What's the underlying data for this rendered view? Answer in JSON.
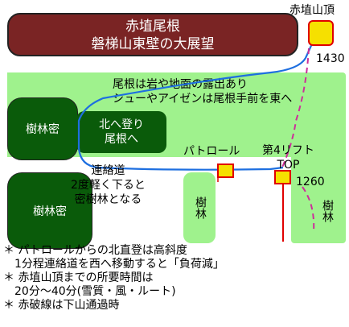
{
  "ridge": {
    "line1": "赤埴尾根",
    "line2": "磐梯山東壁の大展望"
  },
  "rock_area": {
    "line1": "尾根は岩や地面の露出あり",
    "line2": "シューやアイゼンは尾根手前を東へ"
  },
  "forest_dense_1": "樹林密",
  "forest_dense_2": "樹林密",
  "forest_strip_center": "樹林",
  "forest_strip_right": "樹林",
  "route_north": {
    "line1": "北へ登り",
    "line2": "尾根へ"
  },
  "connector": {
    "line1": "連絡道",
    "line2": "2度軽く下ると",
    "line3": "密樹林となる"
  },
  "patrol_label": "パトロール",
  "lift_label": {
    "line1": "第4リフト",
    "line2": "TOP"
  },
  "summit_label": "赤埴山頂",
  "elevation_summit": "1430",
  "elevation_lift": "1260",
  "notes": [
    "＊ パトロールからの北直登は高斜度",
    "　1分程連絡道を西へ移動すると「負荷減」",
    "＊ 赤埴山頂までの所要時間は",
    "　20分～40分(雪質・風・ルート)",
    "＊ 赤破線は下山通過時"
  ],
  "colors": {
    "ridge": "#7a2424",
    "exposed_rock": "#9ff28d",
    "dense_forest": "#0a5b0a",
    "marker_fill": "#f6e000",
    "marker_border": "#e00000",
    "ascent_route": "#1e6fe0",
    "descent_route": "#cc2f9a"
  }
}
